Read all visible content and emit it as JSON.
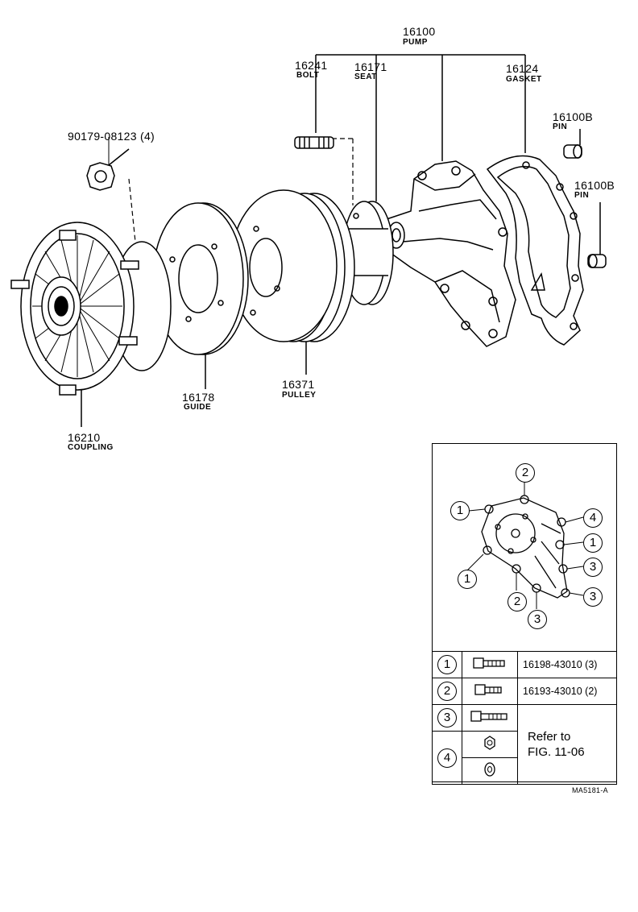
{
  "parts": {
    "pump": {
      "number": "16100",
      "name": "PUMP"
    },
    "bolt": {
      "number": "16241",
      "name": "BOLT"
    },
    "seat": {
      "number": "16171",
      "name": "SEAT"
    },
    "gasket": {
      "number": "16124",
      "name": "GASKET"
    },
    "pin1": {
      "number": "16100B",
      "name": "PIN"
    },
    "pin2": {
      "number": "16100B",
      "name": "PIN"
    },
    "nut": {
      "number": "90179-08123 (4)"
    },
    "guide": {
      "number": "16178",
      "name": "GUIDE"
    },
    "pulley": {
      "number": "16371",
      "name": "PULLEY"
    },
    "coupling": {
      "number": "16210",
      "name": "COUPLING"
    }
  },
  "inset": {
    "callouts": [
      "2",
      "1",
      "4",
      "1",
      "3",
      "1",
      "2",
      "3",
      "3"
    ]
  },
  "legend": {
    "rows": [
      {
        "key": "1",
        "code": "16198-43010 (3)"
      },
      {
        "key": "2",
        "code": "16193-43010 (2)"
      },
      {
        "key": "3",
        "code": ""
      },
      {
        "key": "4",
        "code": ""
      }
    ],
    "refer": "Refer to FIG. 11-06",
    "refer_line1": "Refer to",
    "refer_line2": "FIG. 11-06"
  },
  "footer": "MA5181-A"
}
